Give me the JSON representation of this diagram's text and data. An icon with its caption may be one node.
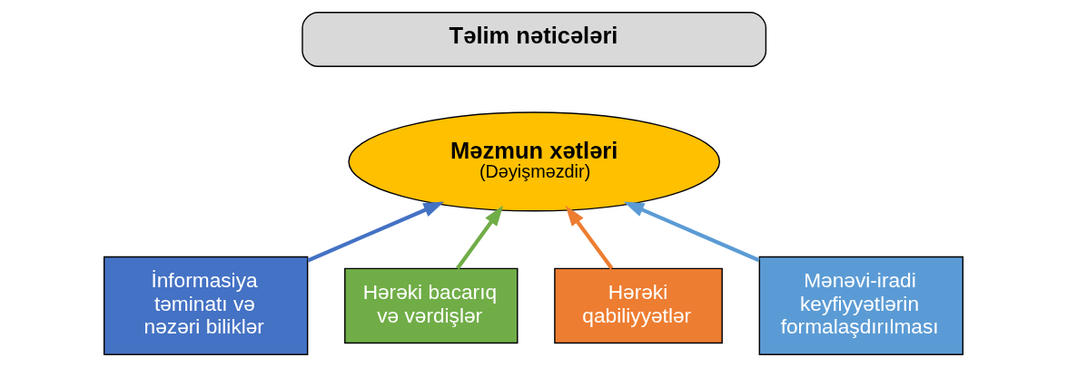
{
  "diagram": {
    "nodes": [
      {
        "text": [
          "Təlim nəticələri"
        ]
      },
      {
        "text": [
          "Məzmun xətləri",
          "(Dəyişməzdir)"
        ]
      },
      {
        "text": [
          "İnformasiya təminatı və nəzəri biliklər"
        ]
      },
      {
        "text": [
          "Hərəki bacarıq və vərdişlər"
        ]
      },
      {
        "text": [
          "Hərəki qabiliyyətlər"
        ]
      },
      {
        "text": [
          "Mənəvi-iradi keyfiyyətlərin formalaşdırılması"
        ]
      }
    ],
    "edges": [
      {
        "from": 2,
        "to": 1,
        "arrow": "to",
        "color": "#4472c4"
      },
      {
        "from": 3,
        "to": 1,
        "arrow": "to",
        "color": "#70ad47"
      },
      {
        "from": 4,
        "to": 1,
        "arrow": "to",
        "color": "#ed7d31"
      },
      {
        "from": 5,
        "to": 1,
        "arrow": "to",
        "color": "#5b9bd5"
      }
    ]
  }
}
